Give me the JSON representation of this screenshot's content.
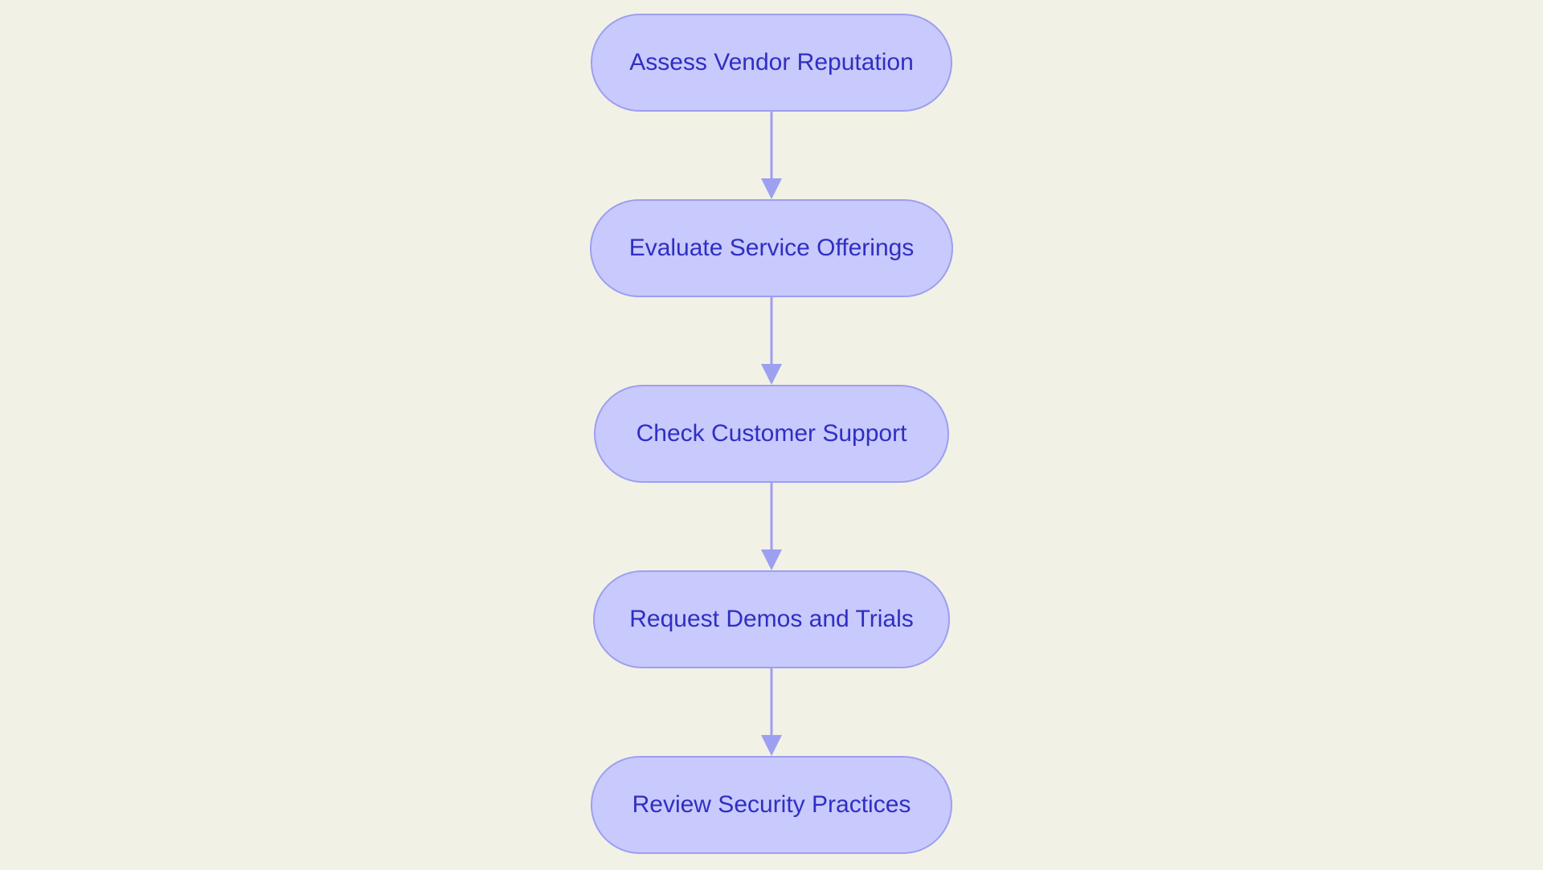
{
  "diagram": {
    "type": "flowchart",
    "direction": "top-to-bottom",
    "colors": {
      "background": "#f2f1e6",
      "node_fill": "#c8c9fd",
      "node_border": "#9d9ff0",
      "node_text": "#2f2fc2",
      "edge": "#9d9ff0"
    },
    "nodes": [
      {
        "id": "n1",
        "label": "Assess Vendor Reputation"
      },
      {
        "id": "n2",
        "label": "Evaluate Service Offerings"
      },
      {
        "id": "n3",
        "label": "Check Customer Support"
      },
      {
        "id": "n4",
        "label": "Request Demos and Trials"
      },
      {
        "id": "n5",
        "label": "Review Security Practices"
      }
    ],
    "edges": [
      {
        "from": "n1",
        "to": "n2"
      },
      {
        "from": "n2",
        "to": "n3"
      },
      {
        "from": "n3",
        "to": "n4"
      },
      {
        "from": "n4",
        "to": "n5"
      }
    ]
  }
}
